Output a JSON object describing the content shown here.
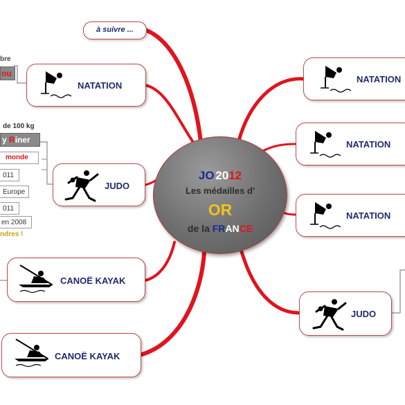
{
  "center": {
    "jo": "JO",
    "year_a": "20",
    "year_b": "12",
    "line2": "Les médailles d'",
    "or": "OR",
    "de_la": "de la",
    "fr_a": "FR",
    "fr_b": "AN",
    "fr_c": "CE"
  },
  "next_label": "à suivre ...",
  "nodes": {
    "left_natation": "NATATION",
    "left_judo": "JUDO",
    "left_canoe_1": "CANOË KAYAK",
    "left_canoe_2": "CANOË KAYAK",
    "right_natation_1": "NATATION",
    "right_natation_2": "NATATION",
    "right_natation_3": "NATATION",
    "right_judo": "JUDO"
  },
  "side_texts": {
    "bre": "bre",
    "ou": "ou",
    "plus_100": "de 100 kg",
    "name_a": "y ",
    "name_b": "R",
    "name_c": "iner",
    "monde": "monde",
    "y2011a": "011",
    "europe": "Europe",
    "y2011b": "011",
    "en2008": "en 2008",
    "ndres": "ndres !"
  },
  "colors": {
    "branch": "#e0141e",
    "node_border": "#c04646",
    "node_text": "#1f2a6e",
    "gold": "#f0c419"
  }
}
